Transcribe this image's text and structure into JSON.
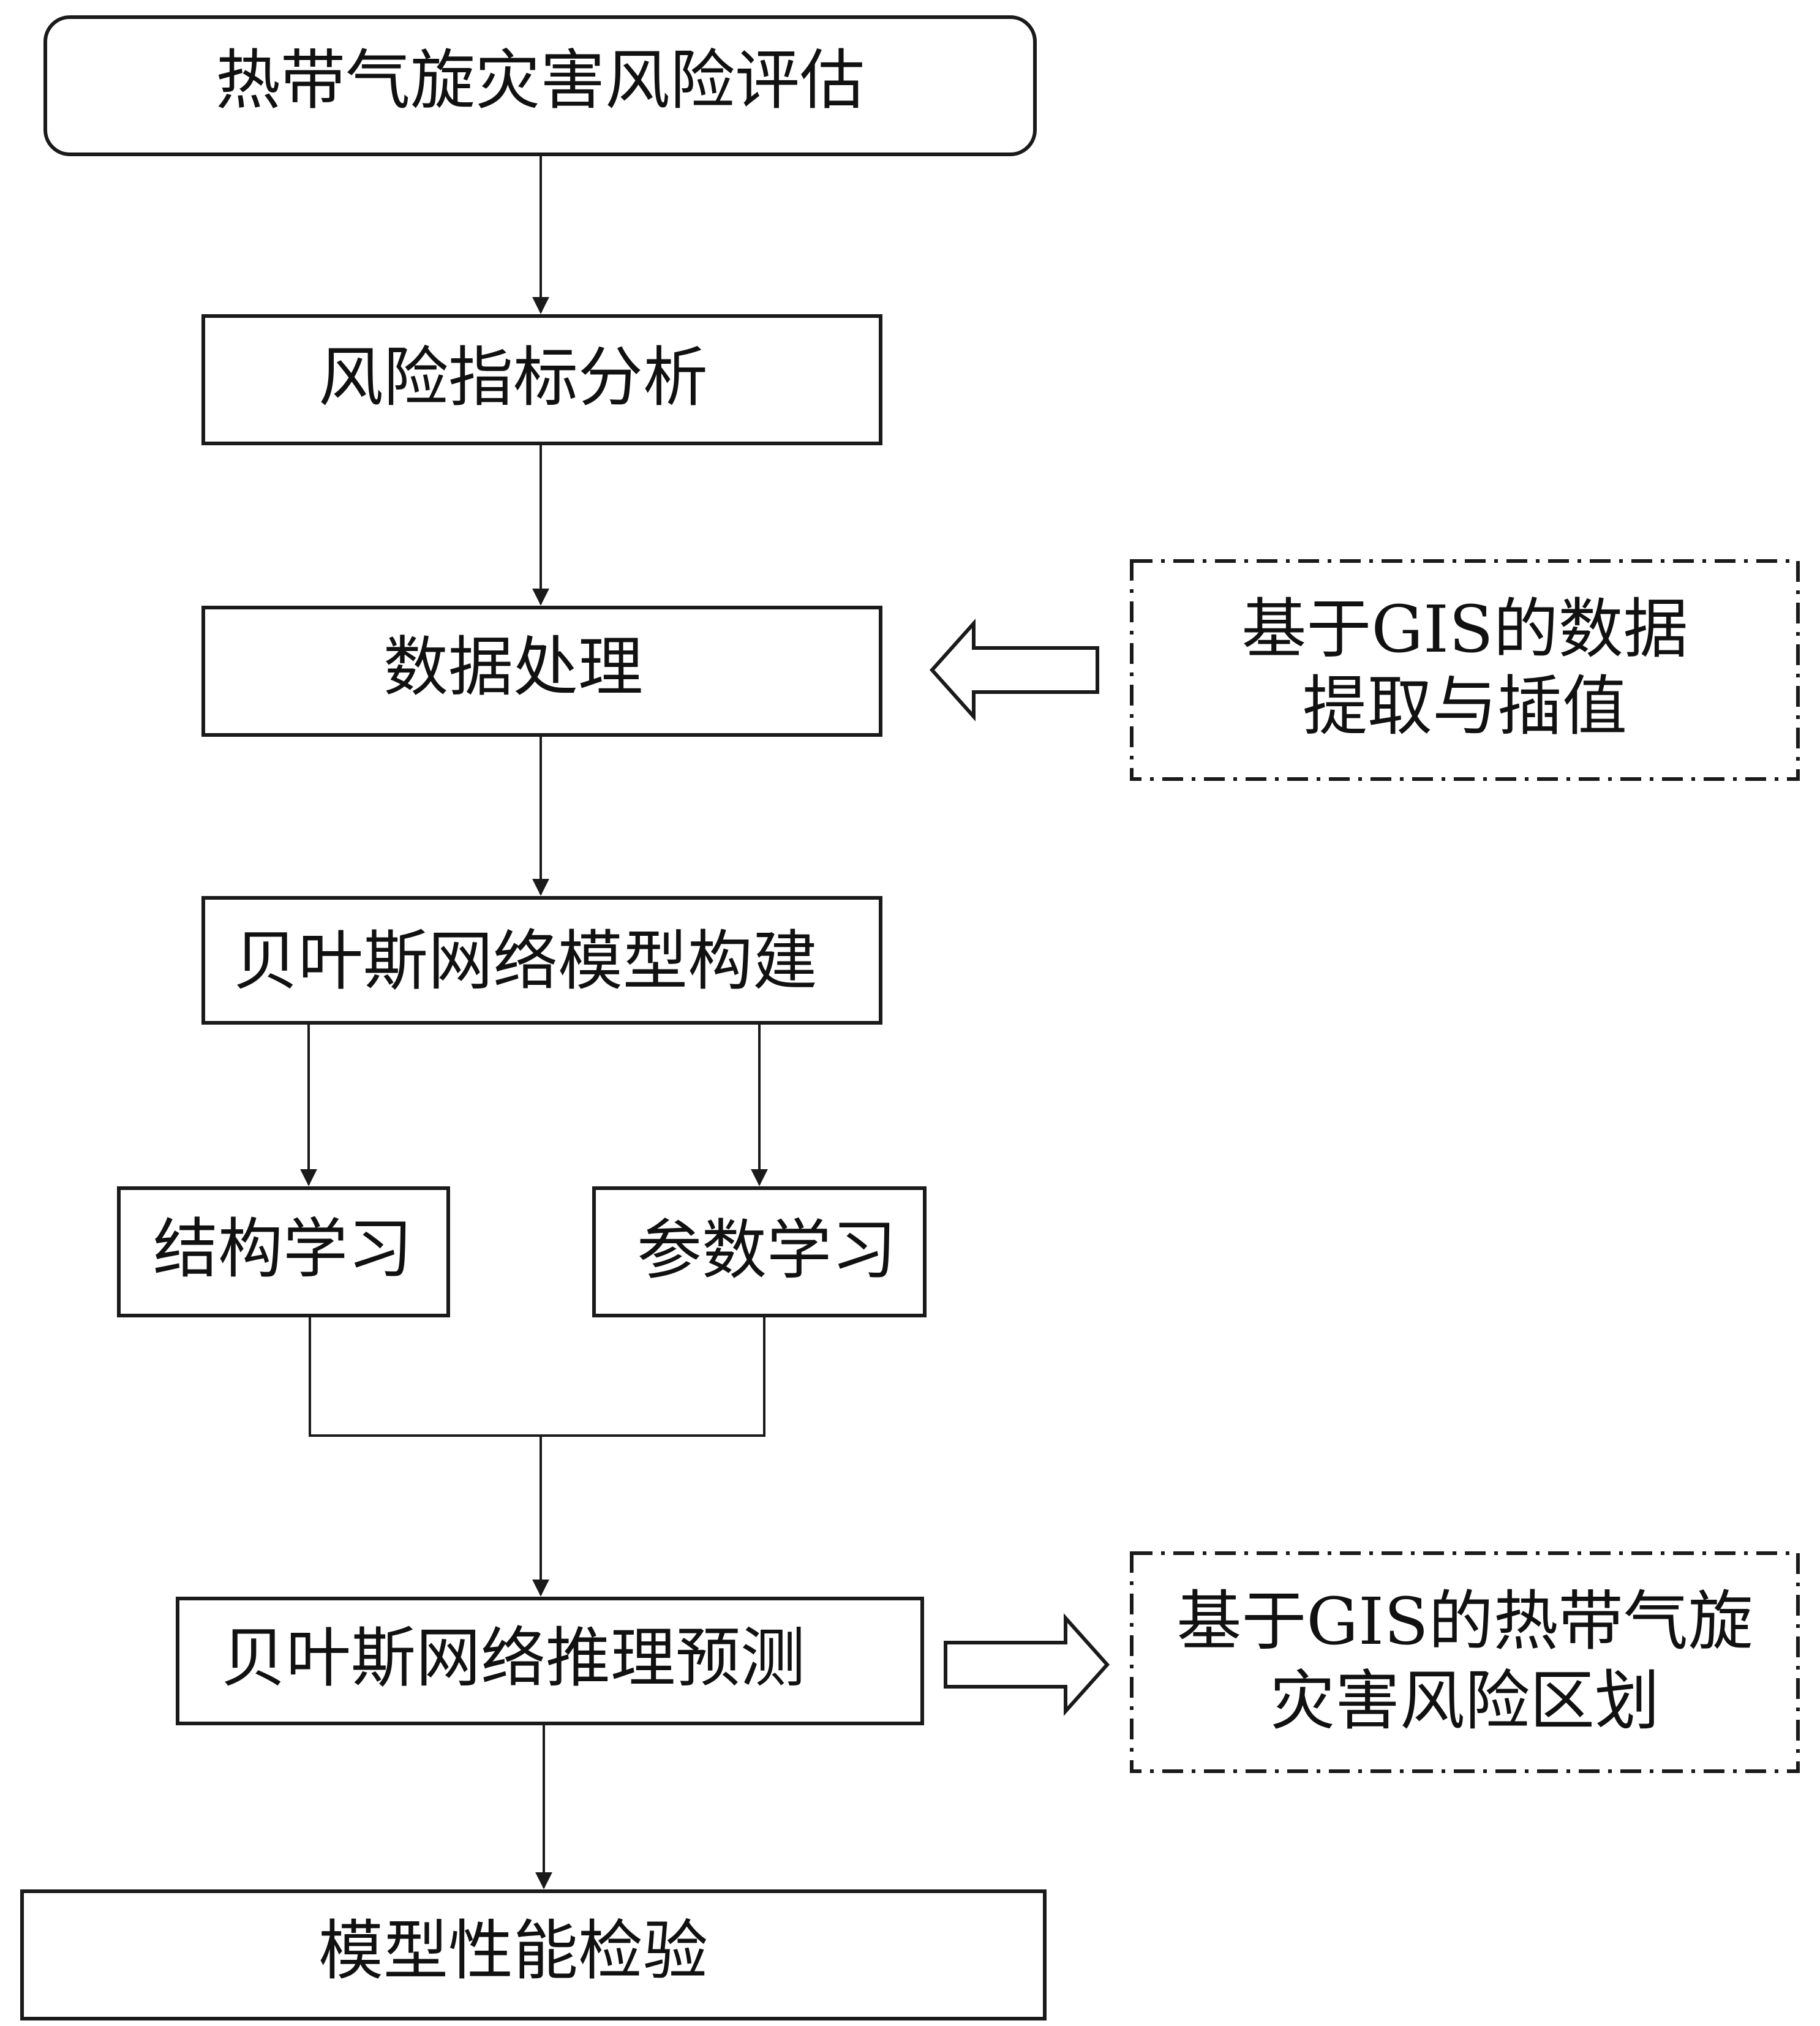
{
  "diagram": {
    "nodes": {
      "assessment": "热带气旋灾害风险评估",
      "indicator_analysis": "风险指标分析",
      "data_processing": "数据处理",
      "gis_extraction": [
        "基于GIS的数据",
        "提取与插值"
      ],
      "bn_construction": "贝叶斯网络模型构建",
      "structure_learning": "结构学习",
      "parameter_learning": "参数学习",
      "bn_inference": "贝叶斯网络推理预测",
      "gis_zoning": [
        "基于GIS的热带气旋",
        "灾害风险区划"
      ],
      "performance_test": "模型性能检验"
    },
    "colors": {
      "stroke": "#1a1a1a",
      "text": "#111111",
      "background": "#ffffff"
    }
  }
}
